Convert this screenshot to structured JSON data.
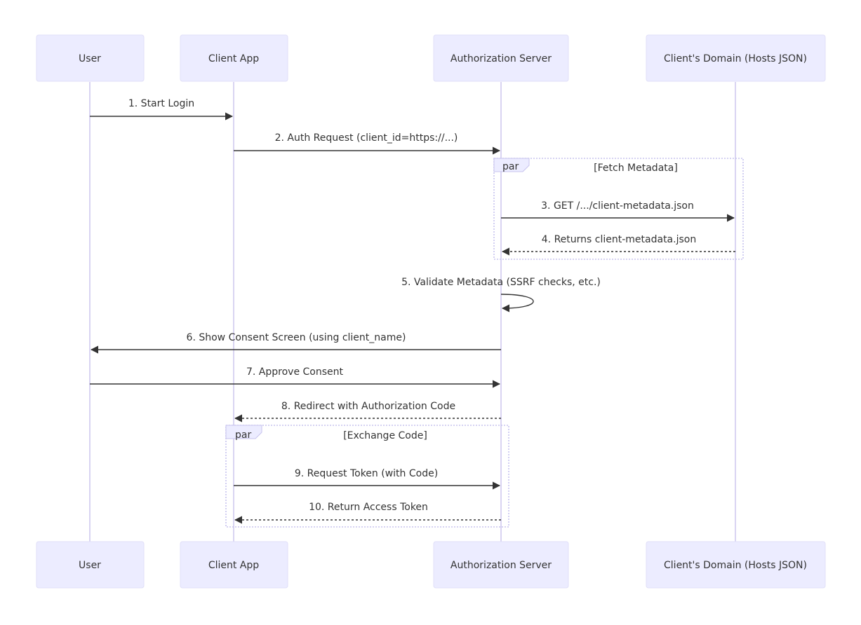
{
  "actors": [
    {
      "id": "user",
      "label": "User"
    },
    {
      "id": "client",
      "label": "Client App"
    },
    {
      "id": "auth",
      "label": "Authorization Server"
    },
    {
      "id": "domain",
      "label": "Client's Domain (Hosts JSON)"
    }
  ],
  "messages": [
    {
      "from": "user",
      "to": "client",
      "label": "1. Start Login",
      "style": "solid"
    },
    {
      "from": "client",
      "to": "auth",
      "label": "2. Auth Request (client_id=https://...)",
      "style": "solid"
    },
    {
      "from": "auth",
      "to": "domain",
      "label": "3. GET /.../client-metadata.json",
      "style": "solid"
    },
    {
      "from": "domain",
      "to": "auth",
      "label": "4. Returns client-metadata.json",
      "style": "dashed"
    },
    {
      "from": "auth",
      "to": "auth",
      "label": "5. Validate Metadata (SSRF checks, etc.)",
      "style": "solid"
    },
    {
      "from": "auth",
      "to": "user",
      "label": "6. Show Consent Screen (using client_name)",
      "style": "solid"
    },
    {
      "from": "user",
      "to": "auth",
      "label": "7. Approve Consent",
      "style": "solid"
    },
    {
      "from": "auth",
      "to": "client",
      "label": "8. Redirect with Authorization Code",
      "style": "dashed"
    },
    {
      "from": "client",
      "to": "auth",
      "label": "9. Request Token (with Code)",
      "style": "solid"
    },
    {
      "from": "auth",
      "to": "client",
      "label": "10. Return Access Token",
      "style": "dashed"
    }
  ],
  "fragments": [
    {
      "keyword": "par",
      "title": "[Fetch Metadata]"
    },
    {
      "keyword": "par",
      "title": "[Exchange Code]"
    }
  ],
  "colors": {
    "actor_fill": "#ececff",
    "lifeline": "#d9d4f2",
    "fragment_border": "#c7c3ee",
    "line": "#333333"
  }
}
